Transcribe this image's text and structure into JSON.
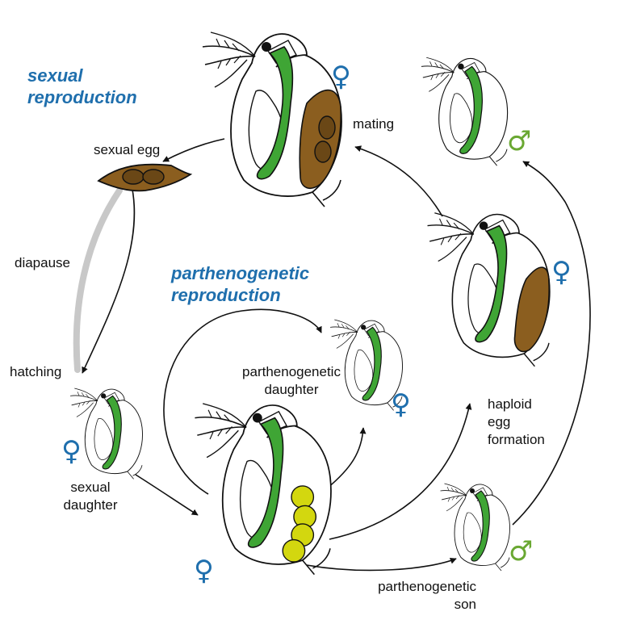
{
  "titles": {
    "sexual": "sexual\nreproduction",
    "parthenogenetic": "parthenogenetic\nreproduction"
  },
  "labels": {
    "sexual_egg": "sexual egg",
    "mating": "mating",
    "diapause": "diapause",
    "hatching": "hatching",
    "sexual_daughter": "sexual\ndaughter",
    "parth_daughter": "parthenogenetic\ndaughter",
    "haploid": "haploid\negg\nformation",
    "parth_son": "parthenogenetic\nson"
  },
  "symbols": {
    "female": "♀",
    "male": "♂"
  },
  "colors": {
    "title_blue": "#1f6fad",
    "female_blue": "#1f6fad",
    "male_green": "#6aa832",
    "gut_green": "#3fa535",
    "egg_brown": "#8b5e1f",
    "egg_yellow": "#d3d70f",
    "diapause_gray": "#c8c8c8"
  }
}
